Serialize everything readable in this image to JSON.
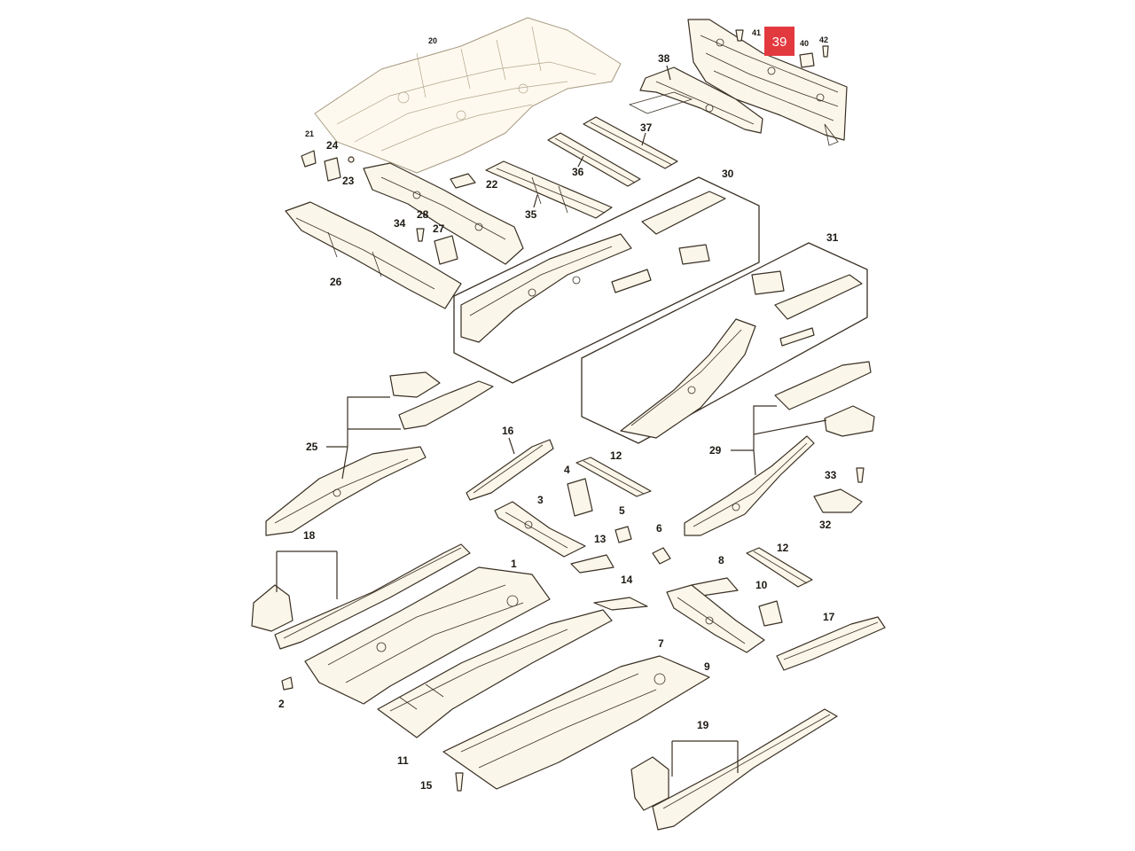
{
  "diagram": {
    "highlighted_part": "39",
    "accent_color": "#e2393f",
    "callouts": {
      "c1": "1",
      "c2": "2",
      "c3": "3",
      "c4": "4",
      "c5": "5",
      "c6": "6",
      "c7": "7",
      "c8": "8",
      "c9": "9",
      "c10": "10",
      "c11": "11",
      "c12a": "12",
      "c12b": "12",
      "c13": "13",
      "c14": "14",
      "c15": "15",
      "c16": "16",
      "c17": "17",
      "c18": "18",
      "c19": "19",
      "c20": "20",
      "c21": "21",
      "c22": "22",
      "c23": "23",
      "c24": "24",
      "c25": "25",
      "c26": "26",
      "c27": "27",
      "c28": "28",
      "c29": "29",
      "c30": "30",
      "c31": "31",
      "c32": "32",
      "c33": "33",
      "c34": "34",
      "c35": "35",
      "c36": "36",
      "c37": "37",
      "c38": "38",
      "c39": "39",
      "c40": "40",
      "c41": "41",
      "c42": "42"
    }
  }
}
